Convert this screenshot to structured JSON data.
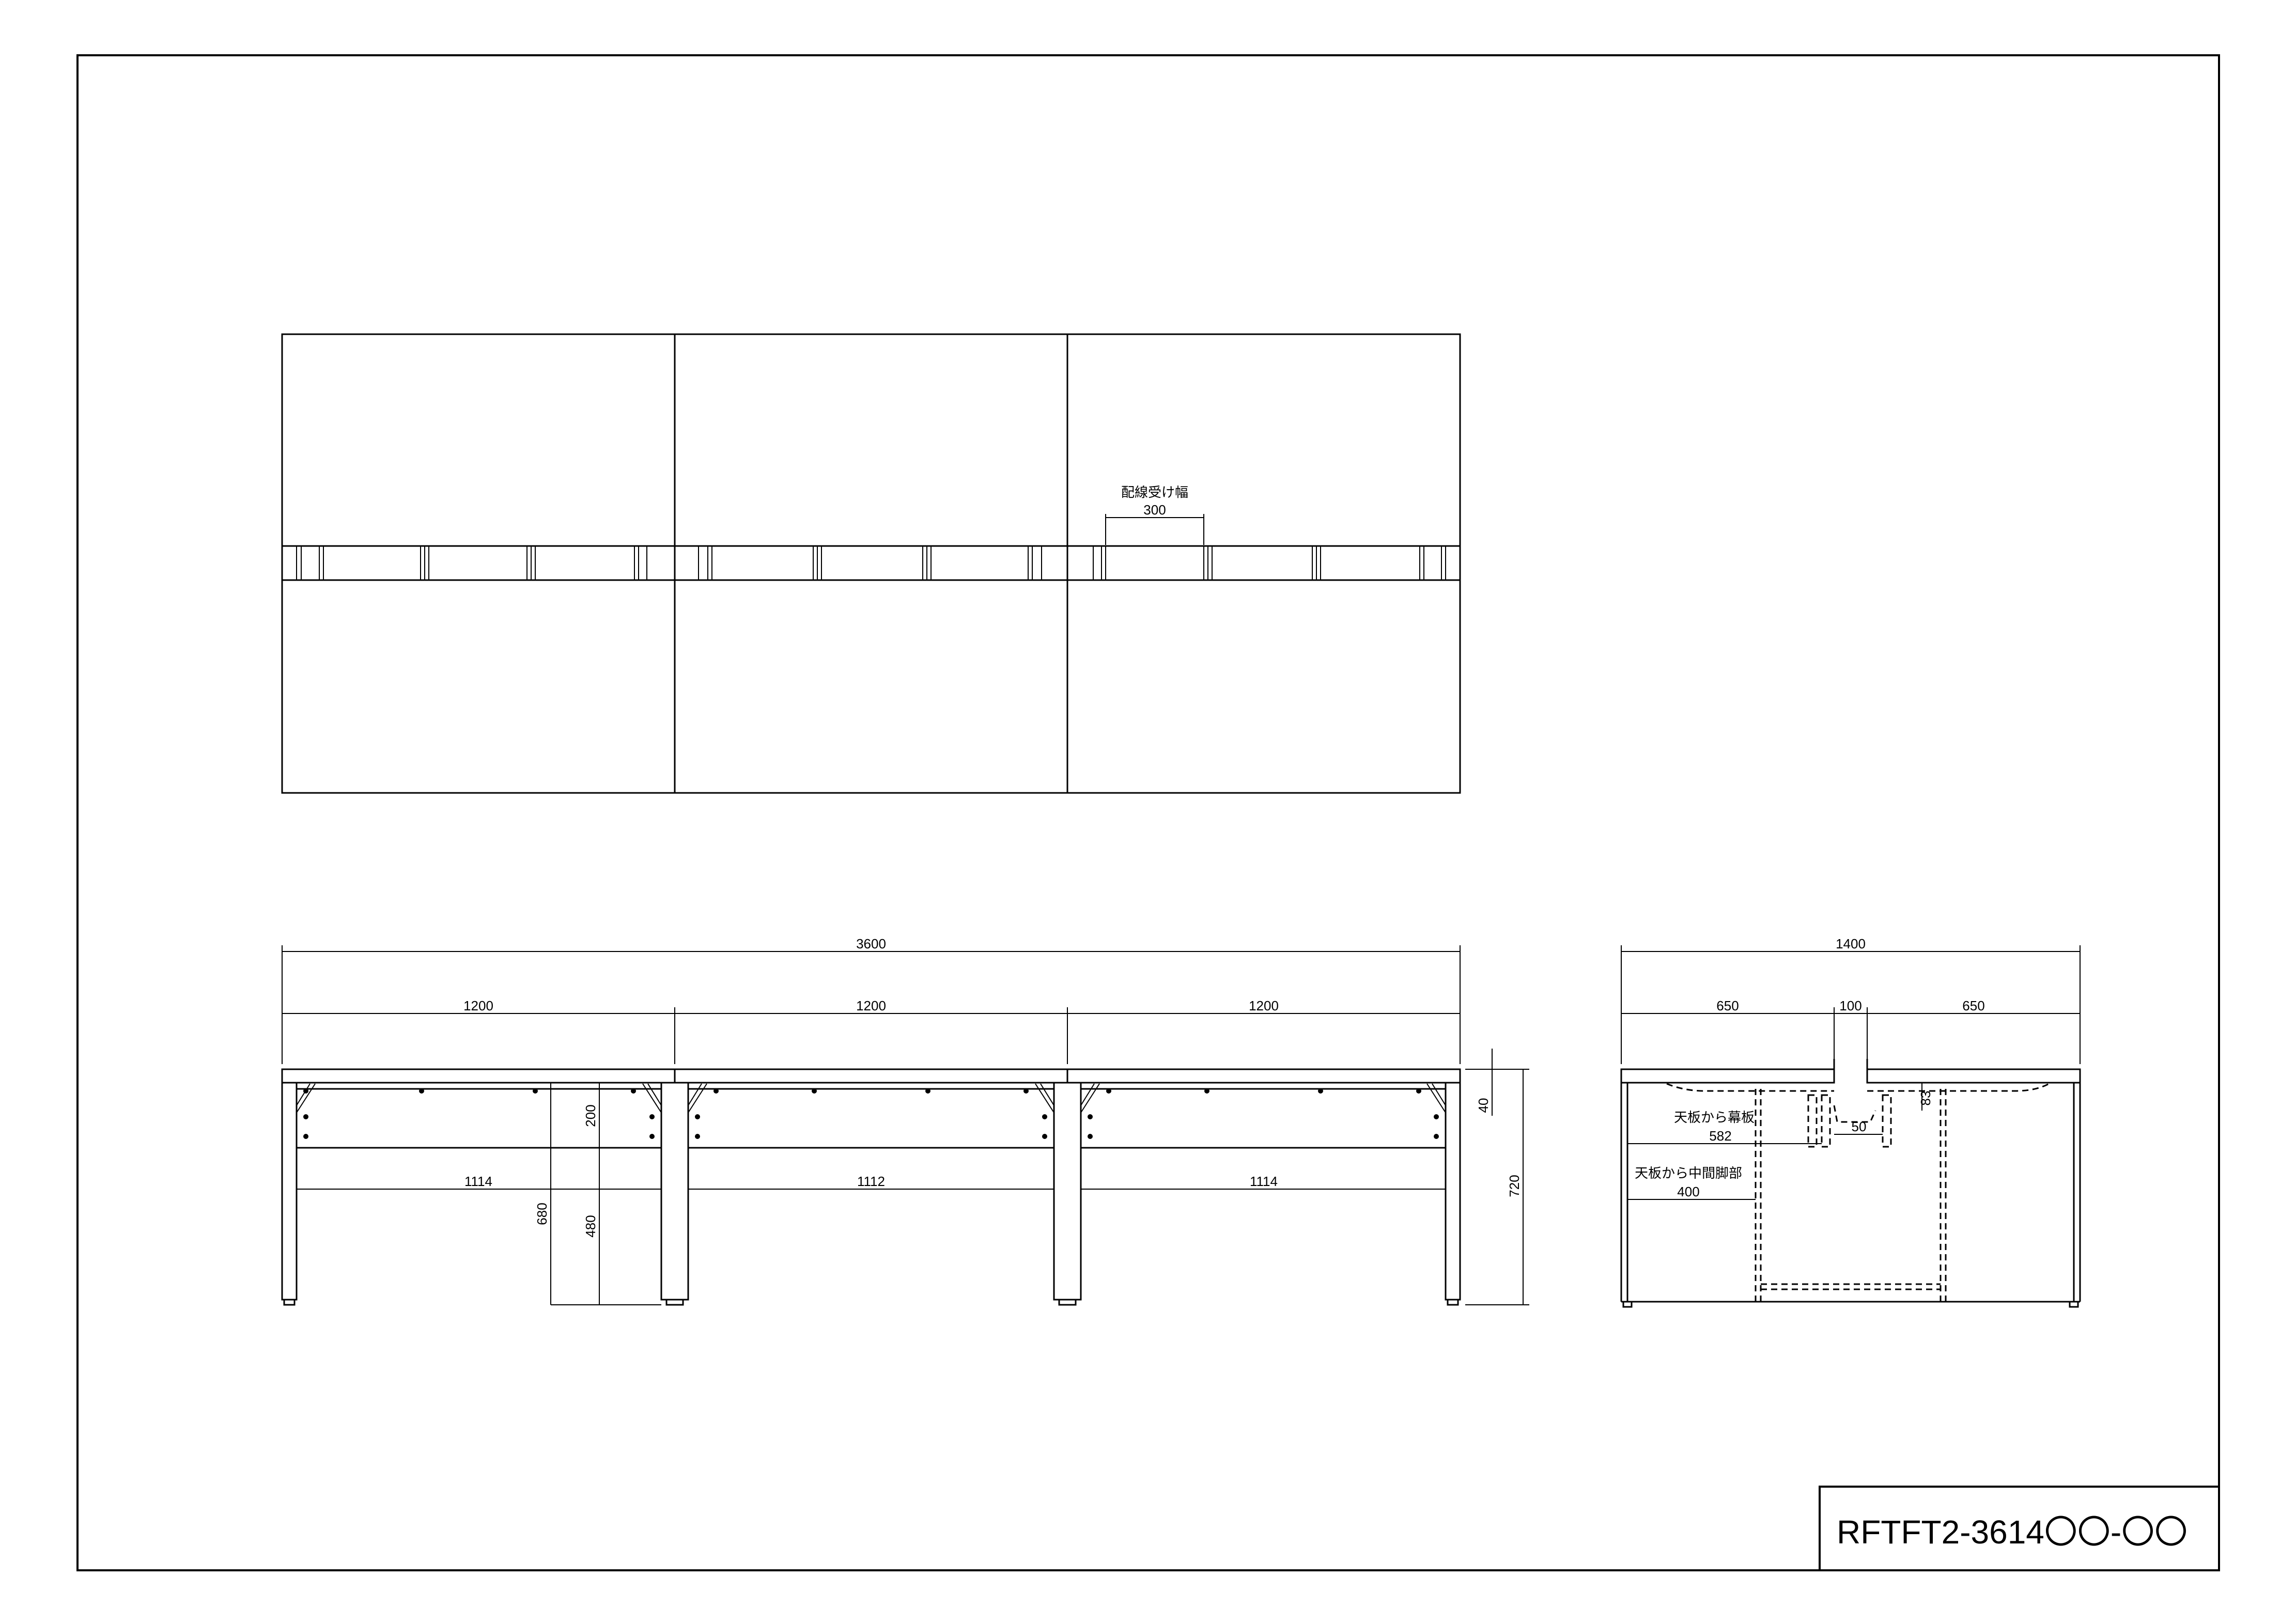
{
  "title_block": {
    "model_number": "RFTFT2-3614〇〇-〇〇"
  },
  "top_view": {
    "wiring_label": "配線受け幅",
    "wiring_width": "300"
  },
  "front_view": {
    "overall_width": "3600",
    "module_widths": [
      "1200",
      "1200",
      "1200"
    ],
    "inner_spans": [
      "1114",
      "1112",
      "1114"
    ],
    "panel_height": "200",
    "clearance_680": "680",
    "clearance_480": "480",
    "top_thickness": "40",
    "total_height": "720"
  },
  "side_view": {
    "overall_depth": "1400",
    "depth_left": "650",
    "gap": "100",
    "depth_right": "650",
    "modesty_label": "天板から幕板",
    "modesty_value": "582",
    "mid_leg_label": "天板から中間脚部",
    "mid_leg_value": "400",
    "gap_small": "50",
    "height_small": "83"
  }
}
